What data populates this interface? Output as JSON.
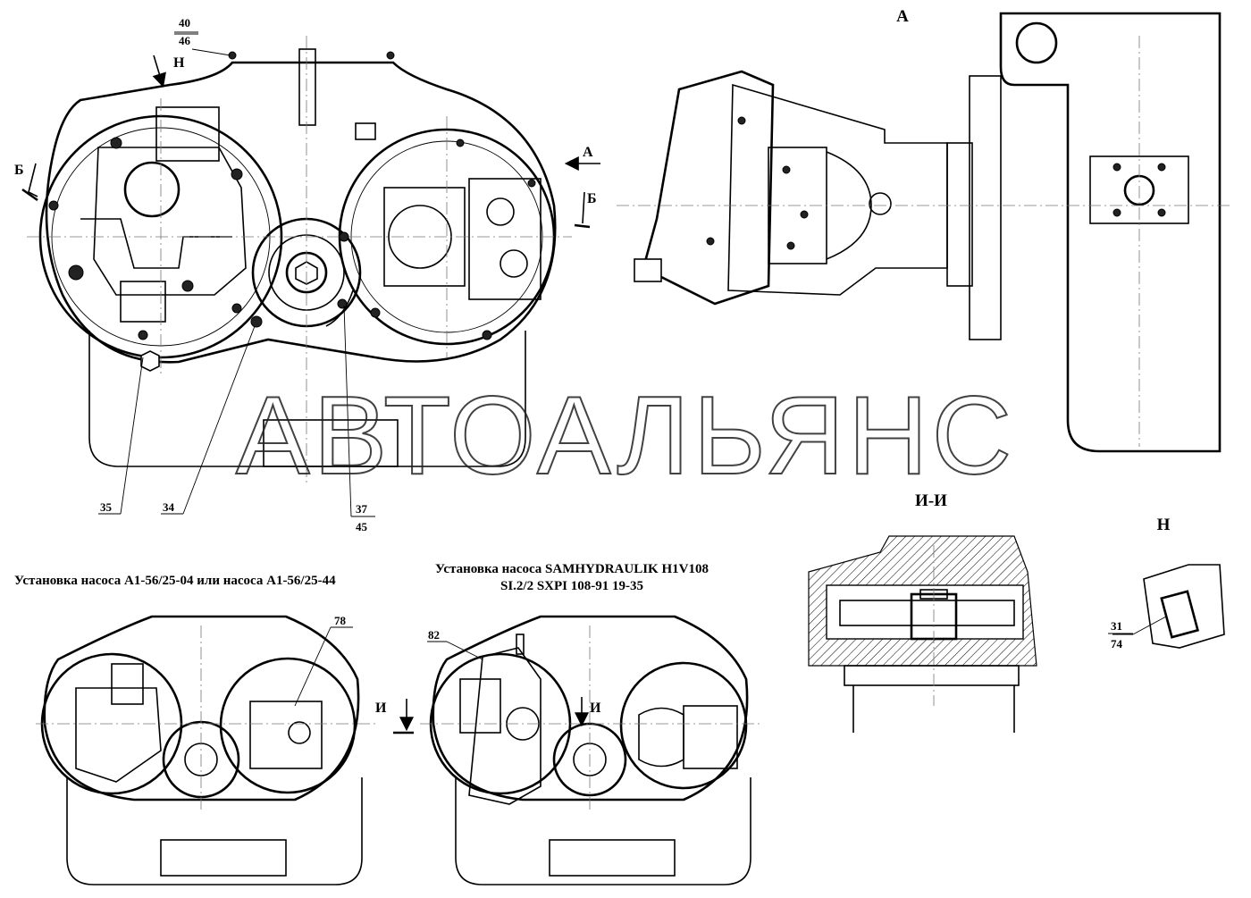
{
  "watermark": "АВТОАЛЬЯНС",
  "views": {
    "view_a": "А",
    "section_ii": "И-И",
    "view_n": "Н"
  },
  "direction_marks": {
    "n": "Н",
    "a": "А",
    "b_left": "Б",
    "b_right": "Б",
    "i_left": "И",
    "i_right": "И"
  },
  "captions": {
    "left": "Установка насоса А1-56/25-04 или насоса А1-56/25-44",
    "right_line1": "Установка насоса  SAMHYDRAULIK H1V108",
    "right_line2": "SI.2/2 SXPI 108-91 19-35"
  },
  "callouts": {
    "c40": "40",
    "c46": "46",
    "c35": "35",
    "c34": "34",
    "c37": "37",
    "c45": "45",
    "c78": "78",
    "c82": "82",
    "c31": "31",
    "c74": "74"
  },
  "colors": {
    "line": "#000000",
    "background": "#ffffff",
    "watermark": "#222222"
  }
}
